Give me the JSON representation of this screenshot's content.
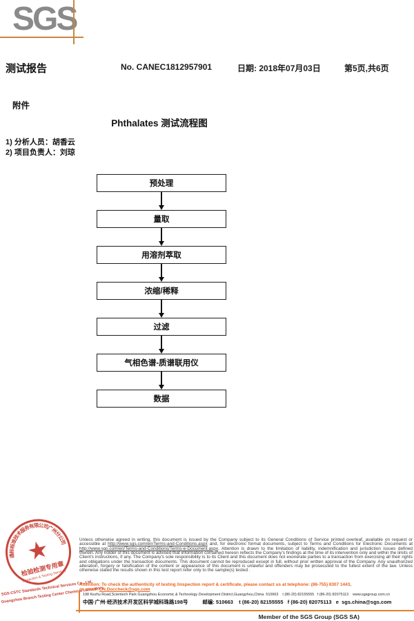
{
  "header": {
    "logo": "SGS",
    "report_title": "测试报告",
    "report_no": "No. CANEC1812957901",
    "date": "日期: 2018年07月03日",
    "page_info": "第5页,共6页",
    "attachment_label": "附件"
  },
  "flowchart": {
    "title": "Phthalates 测试流程图",
    "notes": [
      "1)  分析人员：胡香云",
      "2)  项目负责人：刘琼"
    ],
    "steps": [
      "预处理",
      "量取",
      "用溶剂萃取",
      "浓缩/稀释",
      "过滤",
      "气相色谱-质谱联用仪",
      "数据"
    ]
  },
  "disclaimer": {
    "part1": "Unless otherwise agreed in writing, this document is issued by the Company subject to its General Conditions of Service printed overleaf, available on request or accessible at ",
    "url1": "http://www.sgs.com/en/Terms-and-Conditions.aspx",
    "part2": " and, for electronic format documents, subject to Terms and Conditions for Electronic Documents at ",
    "url2": "http://www.sgs.com/en/Terms-and-Conditions/Terms-e-Document.aspx",
    "part3": ". Attention is drawn to the limitation of liability, indemnification and jurisdiction issues defined therein. Any holder of this document is advised that information contained hereon reflects the Company's findings at the time of its intervention only and within the limits of Client's instructions, if any. The Company's sole responsibility is to its Client and this document does not exonerate parties to a transaction from exercising all their rights and obligations under the transaction documents. This document cannot be reproduced except in full, without prior written approval of the Company. Any unauthorized alteration, forgery or falsification of the content or appearance of this document is unlawful and offenders may be prosecuted to the fullest extent of the law. Unless otherwise stated the results shown in this test report refer only to the sample(s) tested ."
  },
  "attention": {
    "line1": "Attention: To check the authenticity of testing /inspection report & certificate, please contact us at telephone: (86-755) 8307 1443,",
    "line2_prefix": "or email: ",
    "email": "CN.Doccheck@sgs.com"
  },
  "footer": {
    "address_en": "198 Kezhu Road,Scientech Park Guangzhou Economic & Technology Development District,Guangzhou,China  510663    t (86-20) 82155555   f (86-20) 82075113    www.sgsgroup.com.cn",
    "address_cn": "中国·广州·经济技术开发区科学城科珠路198号          邮编: 510663    t (86-20) 82155555   f (86-20) 82075113   e  sgs.china@sgs.com",
    "member": "Member of the SGS Group (SGS SA)"
  },
  "stamp": {
    "arc_text": "通标标准技术服务有限公司广州分公司",
    "star_icon": "★",
    "inner_line1": "检验检测专用章",
    "inner_line2": "Inspection & Testing Services",
    "company_en1": "SGS-CSTC Standards Technical Services Co., Ltd.",
    "company_en2": "Guangzhou Branch Testing Center Chemical Laboratory."
  },
  "colors": {
    "accent_orange": "#c8863e",
    "footer_orange": "#e0812b",
    "attention_orange": "#e8611c",
    "stamp_red": "#c5372c",
    "logo_gray": "#8a8a8a"
  }
}
